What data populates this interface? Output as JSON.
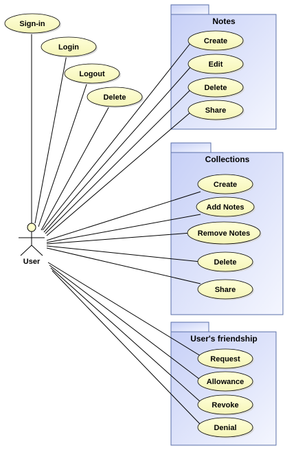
{
  "actor": {
    "name": "User"
  },
  "standalone_use_cases": [
    "Sign-in",
    "Login",
    "Logout",
    "Delete"
  ],
  "packages": [
    {
      "title": "Notes",
      "use_cases": [
        "Create",
        "Edit",
        "Delete",
        "Share"
      ]
    },
    {
      "title": "Collections",
      "use_cases": [
        "Create",
        "Add Notes",
        "Remove Notes",
        "Delete",
        "Share"
      ]
    },
    {
      "title": "User's friendship",
      "use_cases": [
        "Request",
        "Allowance",
        "Revoke",
        "Denial"
      ]
    }
  ],
  "colors": {
    "use_case_fill": "#ffffcc",
    "use_case_shade": "#f0f0b8",
    "package_fill_top": "#c7d0f7",
    "package_fill_bottom": "#f2f4fd",
    "package_border": "#5a6fa8",
    "actor_head": "#ffffcc"
  }
}
